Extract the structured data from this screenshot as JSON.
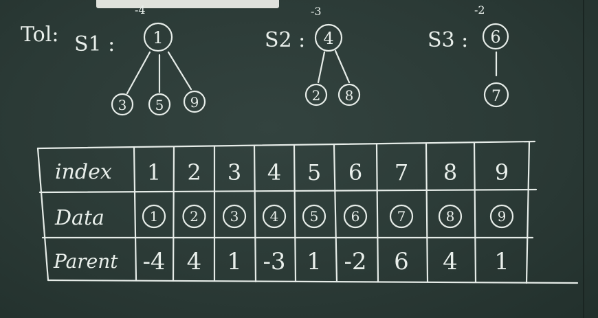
{
  "board": {
    "prefix": "Tol:",
    "sets": [
      {
        "label": "S1 :",
        "root": "1",
        "root_mark": "-4",
        "children": [
          "3",
          "5",
          "9"
        ]
      },
      {
        "label": "S2 :",
        "root": "4",
        "root_mark": "-3",
        "children": [
          "2",
          "8"
        ]
      },
      {
        "label": "S3 :",
        "root": "6",
        "root_mark": "-2",
        "children": [
          "7"
        ]
      }
    ]
  },
  "table": {
    "row_headers": [
      "index",
      "Data",
      "Parent"
    ],
    "index": [
      "1",
      "2",
      "3",
      "4",
      "5",
      "6",
      "7",
      "8",
      "9"
    ],
    "data": [
      "1",
      "2",
      "3",
      "4",
      "5",
      "6",
      "7",
      "8",
      "9"
    ],
    "parent": [
      "-4",
      "4",
      "1",
      "-3",
      "1",
      "-2",
      "6",
      "4",
      "1"
    ]
  }
}
